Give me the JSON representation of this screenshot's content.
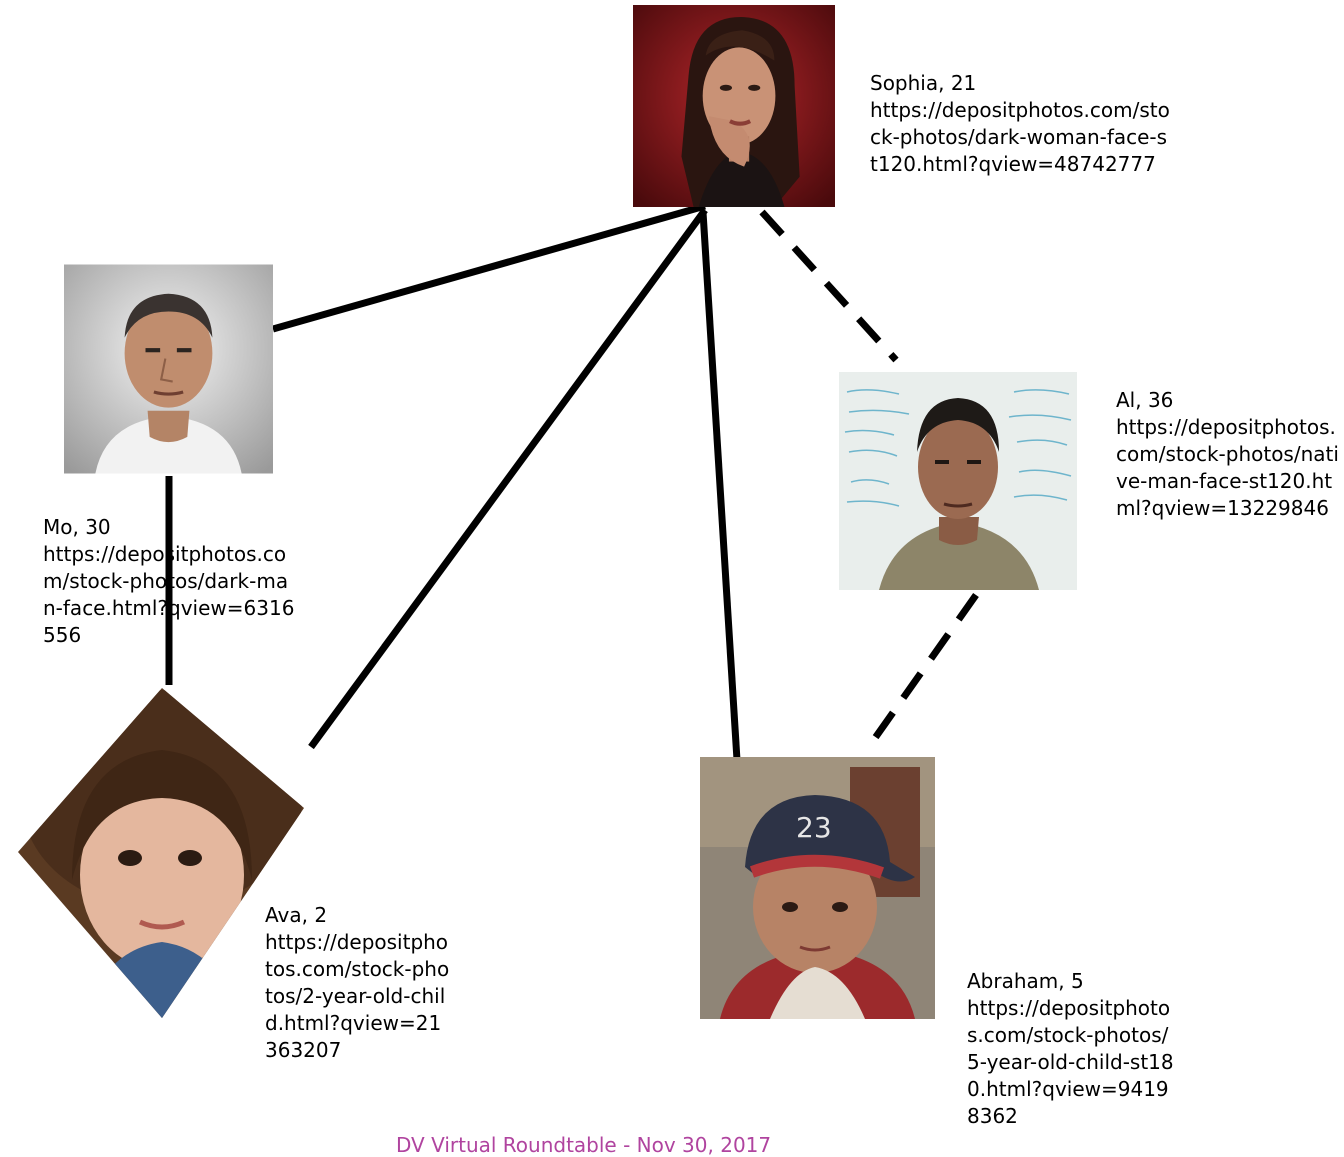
{
  "people": {
    "sophia": {
      "name": "Sophia, 21",
      "url": "https://depositphotos.com/stock-photos/dark-woman-face-st120.html?qview=48742777",
      "photo": "portrait-woman-icon"
    },
    "mo": {
      "name": "Mo, 30",
      "url": "https://depositphotos.com/stock-photos/dark-man-face.html?qview=6316556",
      "photo": "portrait-man-icon"
    },
    "al": {
      "name": "Al, 36",
      "url": "https://depositphotos.com/stock-photos/native-man-face-st120.html?qview=13229846",
      "photo": "portrait-man-icon"
    },
    "ava": {
      "name": "Ava, 2",
      "url": "https://depositphotos.com/stock-photos/2-year-old-child.html?qview=21363207",
      "photo": "portrait-child-icon"
    },
    "abraham": {
      "name": "Abraham, 5",
      "url": "https://depositphotos.com/stock-photos/5-year-old-child-st180.html?qview=94198362",
      "photo": "portrait-child-icon"
    }
  },
  "links": [
    {
      "from": "sophia",
      "to": "mo",
      "style": "solid"
    },
    {
      "from": "sophia",
      "to": "ava",
      "style": "solid"
    },
    {
      "from": "sophia",
      "to": "abraham",
      "style": "solid"
    },
    {
      "from": "sophia",
      "to": "al",
      "style": "dashed"
    },
    {
      "from": "al",
      "to": "abraham",
      "style": "dashed"
    },
    {
      "from": "mo",
      "to": "ava",
      "style": "solid"
    }
  ],
  "footer": "DV Virtual Roundtable - Nov 30, 2017",
  "colors": {
    "footer": "#b0449f",
    "line": "#000000"
  }
}
